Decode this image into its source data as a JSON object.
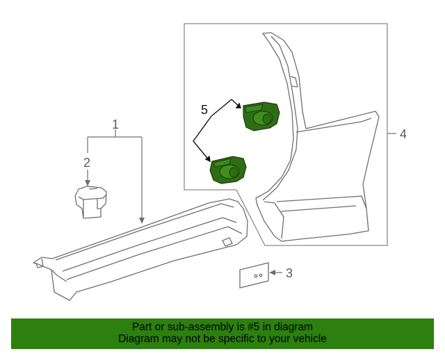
{
  "diagram": {
    "callouts": {
      "c1": "1",
      "c2": "2",
      "c3": "3",
      "c4": "4",
      "c5": "5"
    },
    "highlight_color": "#2d7f0f",
    "highlight_part": "5"
  },
  "banner": {
    "line1": "Part or sub-assembly is #5 in diagram",
    "line2": "Diagram may not be specific to your vehicle",
    "background": "#2d7f0f"
  }
}
